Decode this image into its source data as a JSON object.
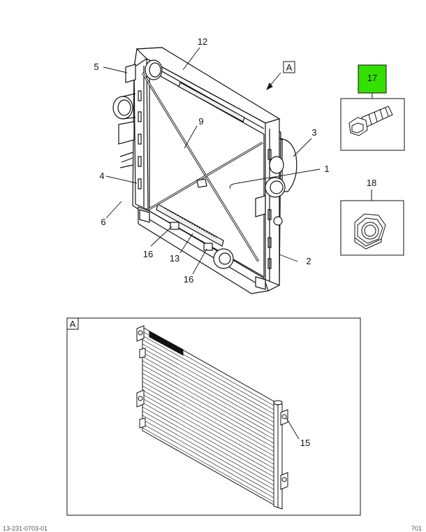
{
  "callouts": {
    "c1": "1",
    "c2": "2",
    "c3": "3",
    "c4": "4",
    "c5": "5",
    "c6": "6",
    "c9": "9",
    "c12": "12",
    "c13": "13",
    "c16a": "16",
    "c16b": "16",
    "c15": "15",
    "c17": "17",
    "c18": "18"
  },
  "view_labels": {
    "top_ref": "A",
    "detail_ref": "A"
  },
  "footer": {
    "left": "13-231-0703-01",
    "right": "701"
  },
  "colors": {
    "highlight": "#33e000",
    "line": "#111111"
  }
}
